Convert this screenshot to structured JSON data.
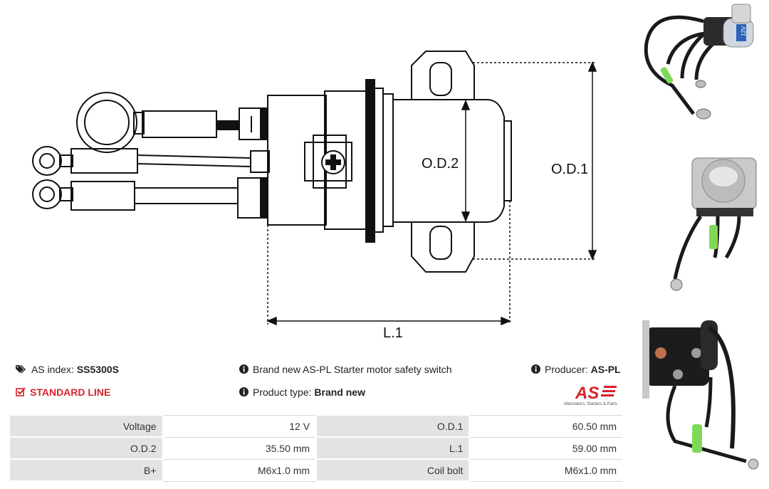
{
  "drawing": {
    "od1_label": "O.D.1",
    "od2_label": "O.D.2",
    "l1_label": "L.1"
  },
  "info": {
    "as_index_label": "AS index:",
    "as_index_value": "SS5300S",
    "line_label": "STANDARD LINE",
    "description": "Brand new AS-PL Starter motor safety switch",
    "product_type_label": "Product type:",
    "product_type_value": "Brand new",
    "producer_label": "Producer:",
    "producer_value": "AS-PL"
  },
  "logo": {
    "mark": "AS",
    "tagline": "Alternators, Starters & Parts"
  },
  "photo_badge": "12V",
  "specs": [
    [
      {
        "label": "Voltage",
        "value": "12 V"
      },
      {
        "label": "O.D.1",
        "value": "60.50 mm"
      }
    ],
    [
      {
        "label": "O.D.2",
        "value": "35.50 mm"
      },
      {
        "label": "L.1",
        "value": "59.00 mm"
      }
    ],
    [
      {
        "label": "B+",
        "value": "M6x1.0 mm"
      },
      {
        "label": "Coil bolt",
        "value": "M6x1.0 mm"
      }
    ]
  ],
  "colors": {
    "accent": "#d8232a",
    "label_bg": "#e3e3e3"
  }
}
